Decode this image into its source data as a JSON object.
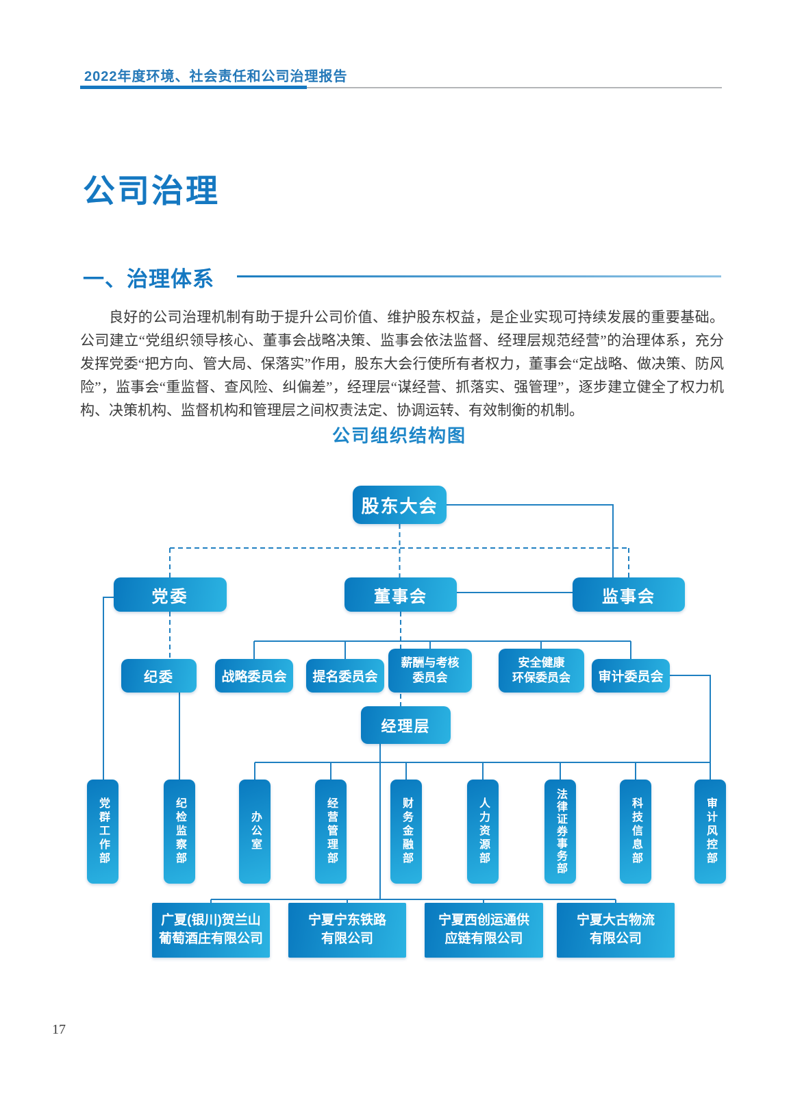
{
  "header": {
    "report_title": "2022年度环境、社会责任和公司治理报告"
  },
  "page": {
    "title": "公司治理",
    "section_heading": "一、治理体系",
    "body_paragraph": "良好的公司治理机制有助于提升公司价值、维护股东权益，是企业实现可持续发展的重要基础。公司建立“党组织领导核心、董事会战略决策、监事会依法监督、经理层规范经营”的治理体系，充分发挥党委“把方向、管大局、保落实”作用，股东大会行使所有者权力，董事会“定战略、做决策、防风险”，监事会“重监督、查风险、纠偏差”，经理层“谋经营、抓落实、强管理”，逐步建立健全了权力机构、决策机构、监督机构和管理层之间权责法定、协调运转、有效制衡的机制。",
    "page_number": "17"
  },
  "org_chart": {
    "title": "公司组织结构图",
    "root": {
      "label": "股东大会"
    },
    "level2": [
      {
        "label": "党委"
      },
      {
        "label": "董事会"
      },
      {
        "label": "监事会"
      }
    ],
    "committees": [
      {
        "lines": [
          "纪委"
        ]
      },
      {
        "lines": [
          "战略委员会"
        ]
      },
      {
        "lines": [
          "提名委员会"
        ]
      },
      {
        "lines": [
          "薪酬与考核",
          "委员会"
        ]
      },
      {
        "lines": [
          "安全健康",
          "环保委员会"
        ]
      },
      {
        "lines": [
          "审计委员会"
        ]
      }
    ],
    "management": {
      "label": "经理层"
    },
    "departments": [
      {
        "label": "党群工作部"
      },
      {
        "label": "纪检监察部"
      },
      {
        "label": "办公室"
      },
      {
        "label": "经营管理部"
      },
      {
        "label": "财务金融部"
      },
      {
        "label": "人力资源部"
      },
      {
        "label": "法律证券事务部"
      },
      {
        "label": "科技信息部"
      },
      {
        "label": "审计风控部"
      }
    ],
    "subsidiaries": [
      {
        "lines": [
          "广夏(银川)贺兰山",
          "葡萄酒庄有限公司"
        ]
      },
      {
        "lines": [
          "宁夏宁东铁路",
          "有限公司"
        ]
      },
      {
        "lines": [
          "宁夏西创运通供",
          "应链有限公司"
        ]
      },
      {
        "lines": [
          "宁夏大古物流",
          "有限公司"
        ]
      }
    ],
    "colors": {
      "node_gradient_start": "#0979bf",
      "node_gradient_end": "#2bb3e2",
      "connector_line": "#1f80c1",
      "heading_blue": "#1578c1"
    }
  }
}
